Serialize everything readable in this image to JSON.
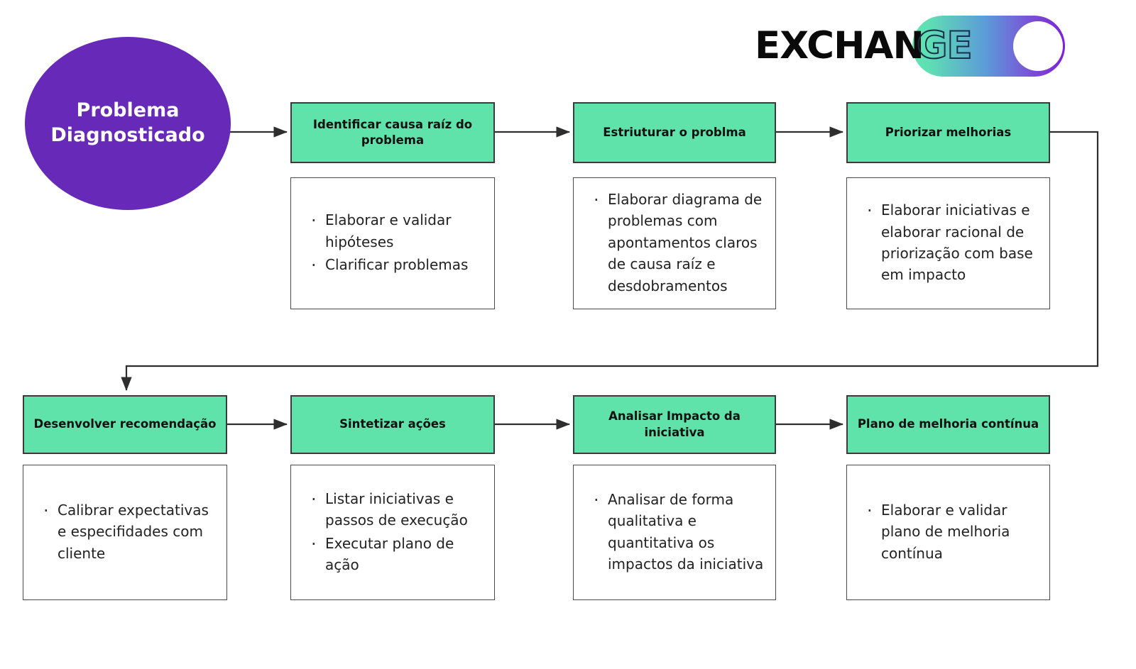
{
  "logo": {
    "word_solid": "EXCHAN",
    "word_outline": "GE",
    "gradient_from": "#5FE3B0",
    "gradient_to": "#7B21D8",
    "knob_color": "#FFFFFF"
  },
  "colors": {
    "start_node": "#6729B8",
    "step_header": "#5FE3AA",
    "header_border": "#3B3B3B",
    "body_border": "#4A4A4A",
    "connector": "#2E2E2E",
    "text_dark": "#111111",
    "text_body": "#222222",
    "text_on_purple": "#FFFFFF",
    "background": "#FFFFFF"
  },
  "start_node": {
    "label": "Problema\nDiagnosticado"
  },
  "rows": [
    {
      "name": "row-1",
      "steps": [
        {
          "id": "identificar-causa-raiz",
          "title": "Identificar causa raíz do problema",
          "bullets": [
            "Elaborar e validar hipóteses",
            "Clarificar problemas"
          ]
        },
        {
          "id": "estruturar-problema",
          "title": "Estriuturar o problma",
          "bullets": [
            "Elaborar diagrama de problemas com apontamentos claros de causa raíz e desdobramentos"
          ]
        },
        {
          "id": "priorizar-melhorias",
          "title": "Priorizar melhorias",
          "bullets": [
            "Elaborar iniciativas e elaborar racional de priorização com base em impacto"
          ]
        }
      ]
    },
    {
      "name": "row-2",
      "steps": [
        {
          "id": "desenvolver-recomendacao",
          "title": "Desenvolver recomendação",
          "bullets": [
            "Calibrar expectativas e especifidades com cliente"
          ]
        },
        {
          "id": "sintetizar-acoes",
          "title": "Sintetizar ações",
          "bullets": [
            "Listar iniciativas e passos de execução",
            "Executar plano de ação"
          ]
        },
        {
          "id": "analisar-impacto",
          "title": "Analisar Impacto da iniciativa",
          "bullets": [
            "Analisar de forma qualitativa e quantitativa os impactos da iniciativa"
          ]
        },
        {
          "id": "plano-melhoria-continua",
          "title": "Plano de melhoria contínua",
          "bullets": [
            "Elaborar e validar plano de melhoria contínua"
          ]
        }
      ]
    }
  ]
}
